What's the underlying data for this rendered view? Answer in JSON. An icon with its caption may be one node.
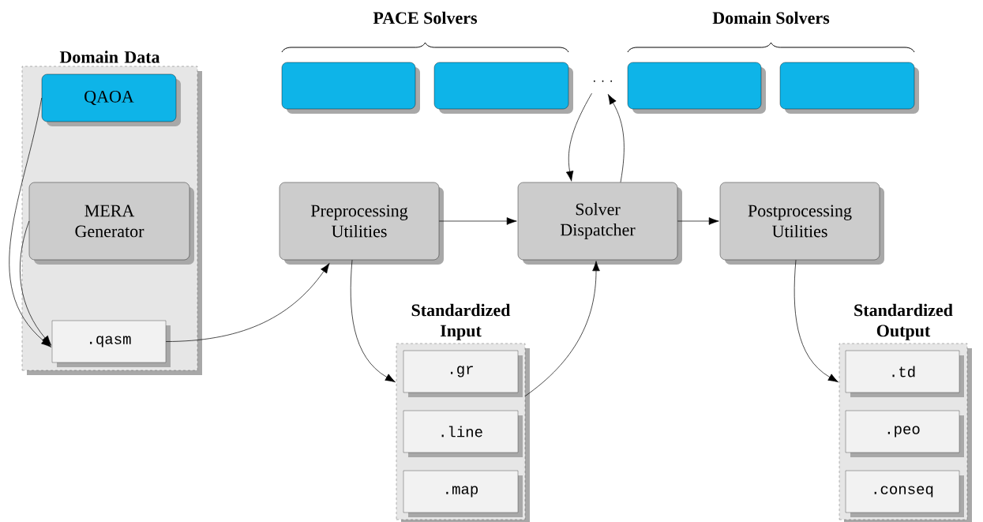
{
  "diagram": {
    "nodes": [
      {
        "text": [
          "Domain Data"
        ]
      },
      {
        "text": [
          "QAOA"
        ],
        "in": 0
      },
      {
        "text": [
          "MERA Generator"
        ],
        "in": 0
      },
      {
        "text": [
          ".qasm"
        ],
        "in": 0
      },
      {
        "text": [],
        "shape": "box"
      },
      {
        "text": [],
        "shape": "box"
      },
      {
        "text": [
          "· · ·"
        ]
      },
      {
        "text": [],
        "shape": "box"
      },
      {
        "text": [],
        "shape": "box"
      },
      {
        "text": [
          "Preprocessing Utilities"
        ]
      },
      {
        "text": [
          "Solver Dispatcher"
        ]
      },
      {
        "text": [
          "Postprocessing Utilities"
        ]
      },
      {
        "text": [
          "Standardized Input"
        ]
      },
      {
        "text": [
          ".gr"
        ],
        "in": 12
      },
      {
        "text": [
          ".line"
        ],
        "in": 12
      },
      {
        "text": [
          ".map"
        ],
        "in": 12
      },
      {
        "text": [
          "Standardized Output"
        ]
      },
      {
        "text": [
          ".td"
        ],
        "in": 16
      },
      {
        "text": [
          ".peo"
        ],
        "in": 16
      },
      {
        "text": [
          ".conseq"
        ],
        "in": 16
      }
    ],
    "edges": [
      {
        "from": 1,
        "to": 3,
        "arrow": "to"
      },
      {
        "from": 2,
        "to": 3,
        "arrow": "to"
      },
      {
        "from": 3,
        "to": 9,
        "arrow": "to"
      },
      {
        "from": 9,
        "to": 12,
        "arrow": "to"
      },
      {
        "from": 12,
        "to": 10,
        "arrow": "to"
      },
      {
        "from": 9,
        "to": 10,
        "arrow": "to"
      },
      {
        "from": 6,
        "to": 10,
        "arrow": "to"
      },
      {
        "from": 10,
        "to": 6,
        "arrow": "to"
      },
      {
        "from": 10,
        "to": 11,
        "arrow": "to"
      },
      {
        "from": 11,
        "to": 16,
        "arrow": "to"
      }
    ],
    "labels": [
      "PACE Solvers",
      "Domain Solvers"
    ]
  }
}
